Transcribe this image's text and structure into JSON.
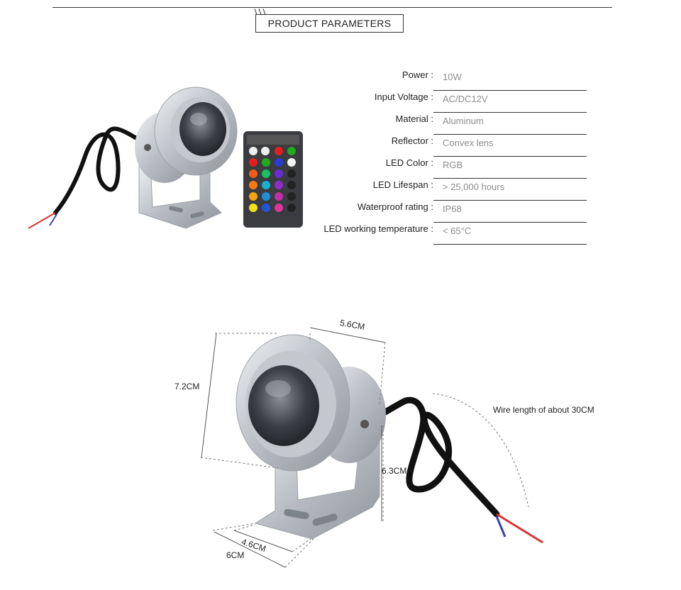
{
  "header": {
    "title": "PRODUCT PARAMETERS"
  },
  "parameters": [
    {
      "label": "Power :",
      "value": "10W"
    },
    {
      "label": "Input Voltage :",
      "value": "AC/DC12V"
    },
    {
      "label": "Material :",
      "value": "Aluminum"
    },
    {
      "label": "Reflector :",
      "value": "Convex lens"
    },
    {
      "label": "LED Color :",
      "value": "RGB"
    },
    {
      "label": "LED Lifespan :",
      "value": "> 25,000 hours"
    },
    {
      "label": "Waterproof rating :",
      "value": "IP68"
    },
    {
      "label": "LED working temperature :",
      "value": "< 65°C"
    }
  ],
  "dimensions": {
    "width": "5.6CM",
    "height": "7.2CM",
    "stand_height": "6.3CM",
    "base_inner": "4.6CM",
    "base_outer": "6CM",
    "wire": "Wire length of about 30CM"
  },
  "colors": {
    "accent_text": "#222222",
    "value_text": "#8c8c8c",
    "aluminum": "#c9ccd1"
  }
}
